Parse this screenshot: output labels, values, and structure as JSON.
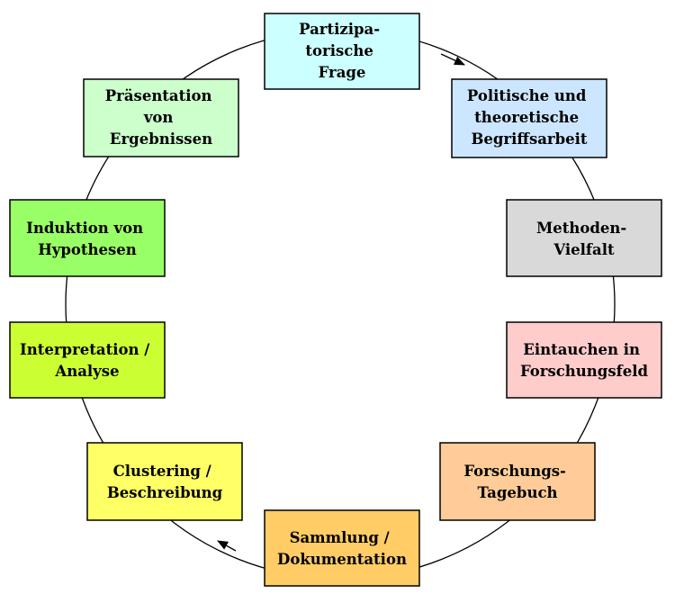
{
  "nodes": [
    {
      "id": "participatory-question",
      "lines": [
        "Partizipa-",
        "torische",
        "Frage"
      ],
      "color": "#ccffff"
    },
    {
      "id": "political-theoretical-concepts",
      "lines": [
        "Politische und",
        "theoretische",
        "Begriffsarbeit"
      ],
      "color": "#cce6ff"
    },
    {
      "id": "method-diversity",
      "lines": [
        "Methoden-",
        "Vielfalt"
      ],
      "color": "#d9d9d9"
    },
    {
      "id": "immersion-research-field",
      "lines": [
        "Eintauchen in",
        "Forschungsfeld"
      ],
      "color": "#ffcccc"
    },
    {
      "id": "research-diary",
      "lines": [
        "Forschungs-",
        "Tagebuch"
      ],
      "color": "#ffcc99"
    },
    {
      "id": "collection-documentation",
      "lines": [
        "Sammlung /",
        "Dokumentation"
      ],
      "color": "#ffcc66"
    },
    {
      "id": "clustering-description",
      "lines": [
        "Clustering /",
        "Beschreibung"
      ],
      "color": "#ffff66"
    },
    {
      "id": "interpretation-analysis",
      "lines": [
        "Interpretation /",
        "Analyse"
      ],
      "color": "#ccff33"
    },
    {
      "id": "induction-hypotheses",
      "lines": [
        "Induktion von",
        "Hypothesen"
      ],
      "color": "#99ff66"
    },
    {
      "id": "presentation-results",
      "lines": [
        "Präsentation",
        "von",
        "Ergebnissen"
      ],
      "color": "#ccffcc"
    }
  ]
}
